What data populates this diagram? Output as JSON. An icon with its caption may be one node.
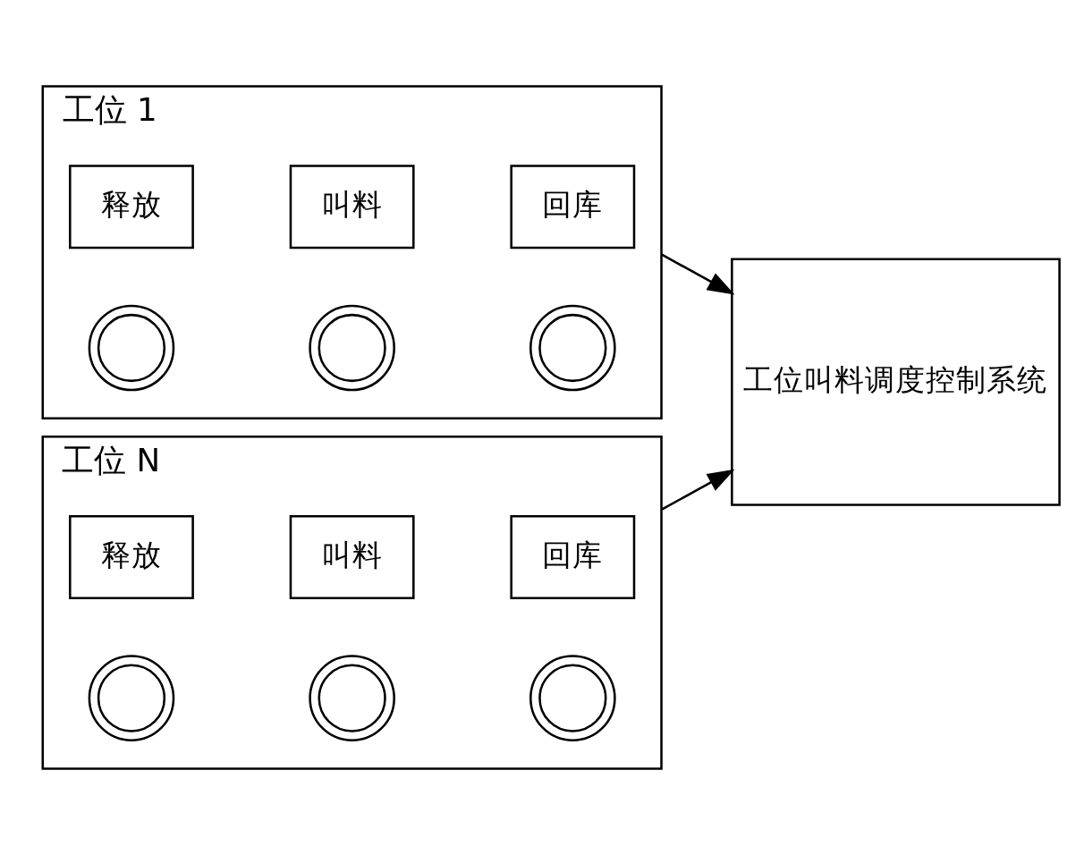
{
  "diagram": {
    "nodes": [
      {
        "text": [
          "工位 1"
        ]
      },
      {
        "text": [],
        "shape": "circle",
        "in": 0
      },
      {
        "text": [],
        "shape": "circle",
        "in": 0
      },
      {
        "text": [],
        "shape": "circle",
        "in": 0
      },
      {
        "text": [
          "释放"
        ],
        "in": 0
      },
      {
        "text": [
          "叫料"
        ],
        "in": 0
      },
      {
        "text": [
          "回库"
        ],
        "in": 0
      },
      {
        "text": [
          "工位 N"
        ]
      },
      {
        "text": [],
        "shape": "circle",
        "in": 7
      },
      {
        "text": [],
        "shape": "circle",
        "in": 7
      },
      {
        "text": [],
        "shape": "circle",
        "in": 7
      },
      {
        "text": [
          "释放"
        ],
        "in": 7
      },
      {
        "text": [
          "叫料"
        ],
        "in": 7
      },
      {
        "text": [
          "回库"
        ],
        "in": 7
      },
      {
        "text": [
          "工位叫料调度控制系统"
        ]
      }
    ],
    "edges": [
      {
        "from": 0,
        "to": 14,
        "arrow": "to"
      },
      {
        "from": 7,
        "to": 14,
        "arrow": "to"
      }
    ]
  }
}
